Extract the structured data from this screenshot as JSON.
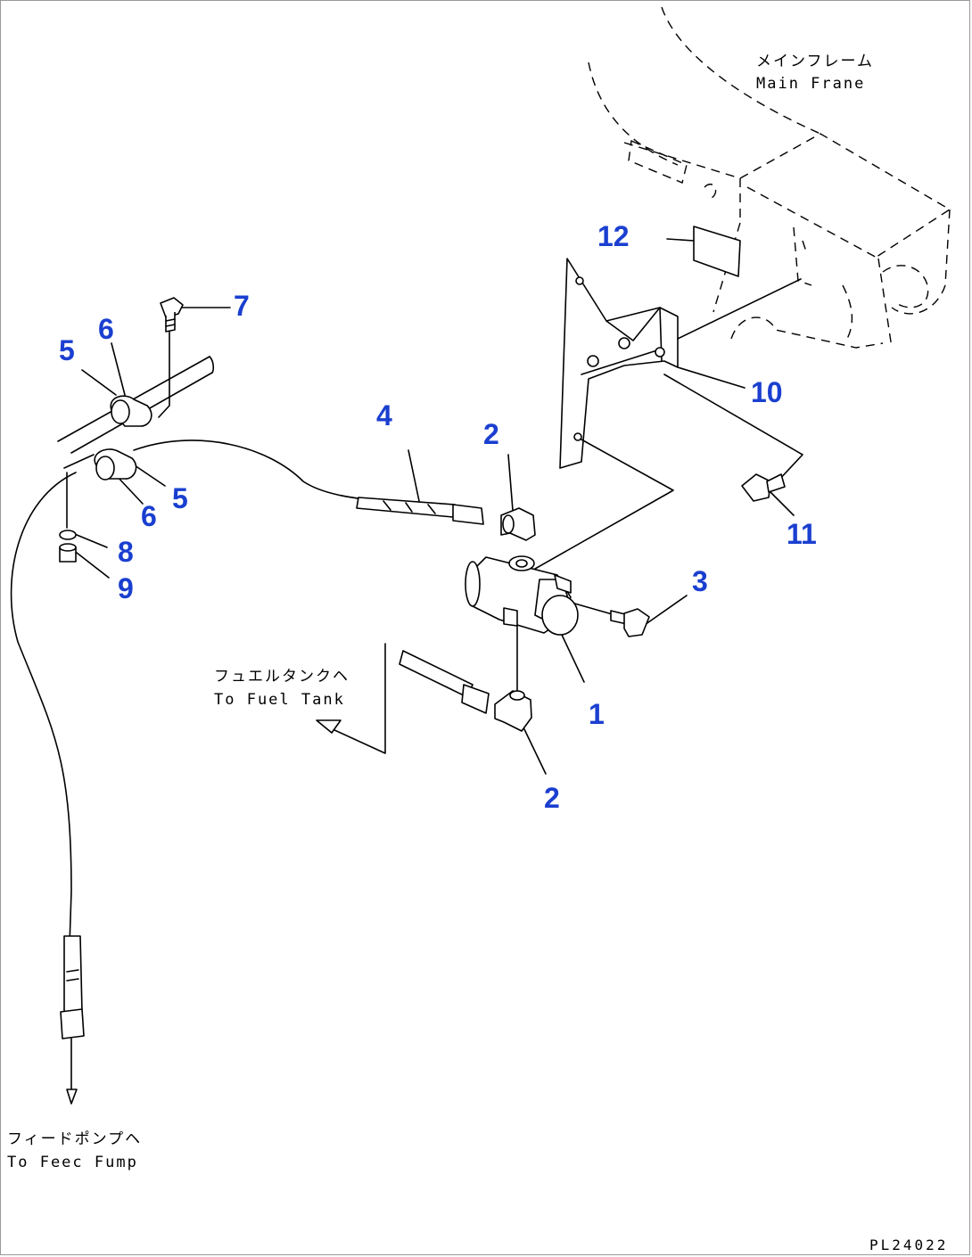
{
  "labels": {
    "main_frame_jp": "メインフレーム",
    "main_frame_en": "Main Frane",
    "fuel_tank_jp": "フュエルタンクヘ",
    "fuel_tank_en": "To Fuel Tank",
    "feed_pump_jp": "フィードポンプヘ",
    "feed_pump_en": "To Feec Fump",
    "drawing_code": "PL24022"
  },
  "callouts": [
    "1",
    "2",
    "2",
    "3",
    "4",
    "5",
    "5",
    "6",
    "6",
    "7",
    "8",
    "9",
    "10",
    "11",
    "12"
  ],
  "colors": {
    "callout": "#1a3fd0",
    "line": "#000000",
    "background": "#ffffff"
  }
}
